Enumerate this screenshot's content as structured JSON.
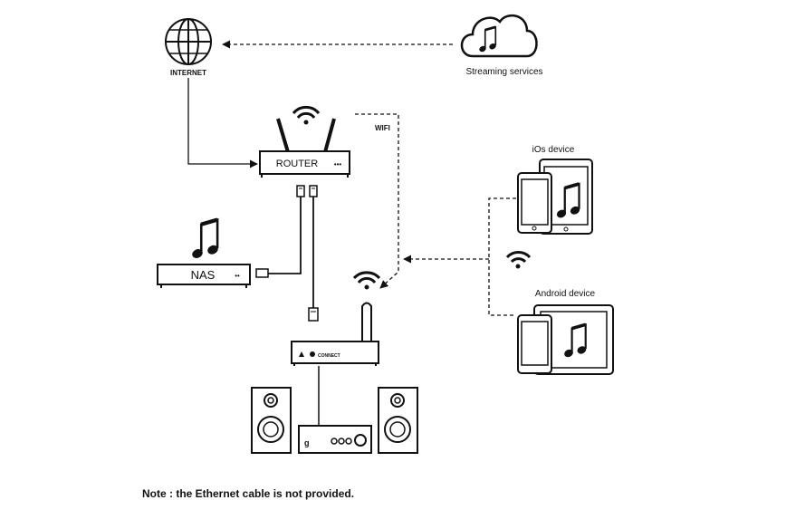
{
  "labels": {
    "internet": "INTERNET",
    "streaming": "Streaming services",
    "router": "ROUTER",
    "router_dots": "•••",
    "wifi": "WIFI",
    "nas": "NAS",
    "nas_dots": "••",
    "ios": "iOs device",
    "android": "Android device",
    "connect": "CONNECT",
    "amp_mark": "g"
  },
  "note": "Note : the Ethernet cable is not provided."
}
